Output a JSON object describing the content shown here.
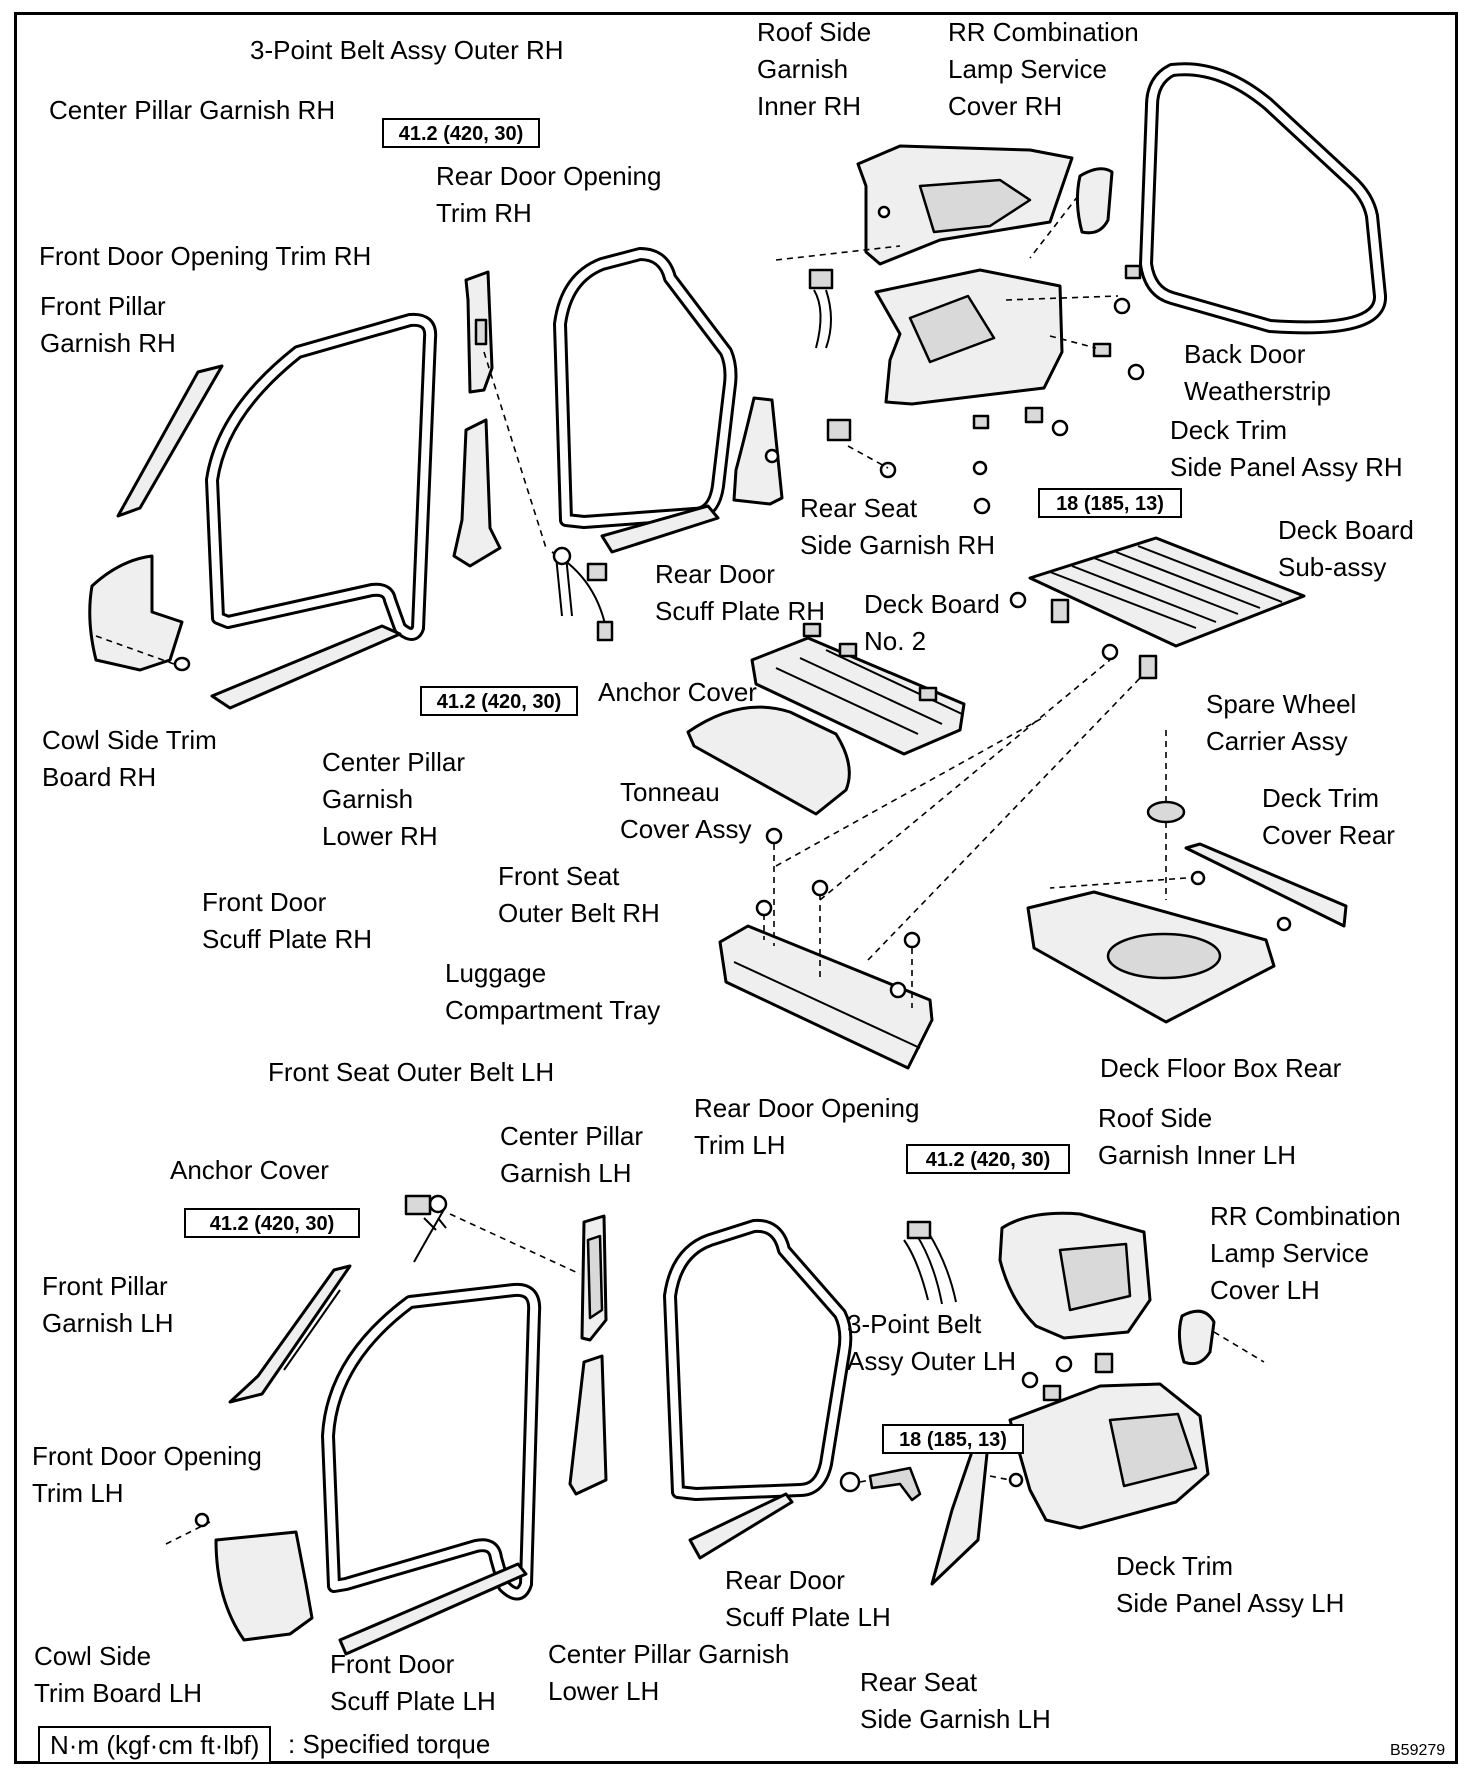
{
  "labels": {
    "belt3_outer_rh": "3-Point Belt Assy Outer RH",
    "roof_side_garnish_rh_1": "Roof Side",
    "roof_side_garnish_rh_2": "Garnish",
    "roof_side_garnish_rh_3": "Inner RH",
    "rr_lamp_cover_rh_1": "RR Combination",
    "rr_lamp_cover_rh_2": "Lamp Service",
    "rr_lamp_cover_rh_3": "Cover RH",
    "center_pillar_garnish_rh": "Center Pillar Garnish RH",
    "rear_door_opening_trim_rh_1": "Rear Door Opening",
    "rear_door_opening_trim_rh_2": "Trim RH",
    "front_door_opening_trim_rh": "Front Door Opening Trim RH",
    "front_pillar_garnish_rh_1": "Front Pillar",
    "front_pillar_garnish_rh_2": "Garnish RH",
    "back_door_weatherstrip_1": "Back Door",
    "back_door_weatherstrip_2": "Weatherstrip",
    "deck_trim_side_panel_rh_1": "Deck Trim",
    "deck_trim_side_panel_rh_2": "Side Panel Assy RH",
    "rear_seat_side_garnish_rh_1": "Rear Seat",
    "rear_seat_side_garnish_rh_2": "Side Garnish RH",
    "deck_board_subassy_1": "Deck Board",
    "deck_board_subassy_2": "Sub-assy",
    "rear_door_scuff_plate_rh_1": "Rear Door",
    "rear_door_scuff_plate_rh_2": "Scuff Plate RH",
    "deck_board_no2_1": "Deck Board",
    "deck_board_no2_2": "No. 2",
    "anchor_cover_rh": "Anchor Cover",
    "spare_wheel_carrier_1": "Spare Wheel",
    "spare_wheel_carrier_2": "Carrier Assy",
    "cowl_side_trim_rh_1": "Cowl Side Trim",
    "cowl_side_trim_rh_2": "Board RH",
    "center_pillar_garnish_lower_rh_1": "Center Pillar",
    "center_pillar_garnish_lower_rh_2": "Garnish",
    "center_pillar_garnish_lower_rh_3": "Lower RH",
    "tonneau_cover_1": "Tonneau",
    "tonneau_cover_2": "Cover Assy",
    "deck_trim_cover_rear_1": "Deck Trim",
    "deck_trim_cover_rear_2": "Cover Rear",
    "front_door_scuff_plate_rh_1": "Front Door",
    "front_door_scuff_plate_rh_2": "Scuff Plate RH",
    "front_seat_outer_belt_rh_1": "Front Seat",
    "front_seat_outer_belt_rh_2": "Outer Belt RH",
    "luggage_tray_1": "Luggage",
    "luggage_tray_2": "Compartment Tray",
    "deck_floor_box_rear": "Deck Floor Box Rear",
    "front_seat_outer_belt_lh": "Front Seat Outer Belt LH",
    "rear_door_opening_trim_lh_1": "Rear Door Opening",
    "rear_door_opening_trim_lh_2": "Trim LH",
    "center_pillar_garnish_lh_1": "Center Pillar",
    "center_pillar_garnish_lh_2": "Garnish LH",
    "roof_side_garnish_lh_1": "Roof Side",
    "roof_side_garnish_lh_2": "Garnish Inner LH",
    "anchor_cover_lh": "Anchor Cover",
    "rr_lamp_cover_lh_1": "RR Combination",
    "rr_lamp_cover_lh_2": "Lamp Service",
    "rr_lamp_cover_lh_3": "Cover LH",
    "front_pillar_garnish_lh_1": "Front Pillar",
    "front_pillar_garnish_lh_2": "Garnish LH",
    "belt3_outer_lh_1": "3-Point Belt",
    "belt3_outer_lh_2": "Assy Outer LH",
    "front_door_opening_trim_lh_1": "Front Door Opening",
    "front_door_opening_trim_lh_2": "Trim LH",
    "deck_trim_side_panel_lh_1": "Deck Trim",
    "deck_trim_side_panel_lh_2": "Side Panel Assy LH",
    "rear_door_scuff_plate_lh_1": "Rear Door",
    "rear_door_scuff_plate_lh_2": "Scuff Plate LH",
    "cowl_side_trim_lh_1": "Cowl Side",
    "cowl_side_trim_lh_2": "Trim Board LH",
    "front_door_scuff_plate_lh_1": "Front Door",
    "front_door_scuff_plate_lh_2": "Scuff Plate LH",
    "center_pillar_garnish_lower_lh_1": "Center Pillar Garnish",
    "center_pillar_garnish_lower_lh_2": "Lower LH",
    "rear_seat_side_garnish_lh_1": "Rear Seat",
    "rear_seat_side_garnish_lh_2": "Side Garnish LH"
  },
  "torque": {
    "t1": "41.2 (420, 30)",
    "t2": "41.2 (420, 30)",
    "t3": "18 (185, 13)",
    "t4": "41.2 (420, 30)",
    "t5": "41.2 (420, 30)",
    "t6": "18 (185, 13)"
  },
  "legend": {
    "unit": "N·m (kgf·cm ft·lbf)",
    "meaning": ": Specified torque"
  },
  "figure_code": "B59279"
}
